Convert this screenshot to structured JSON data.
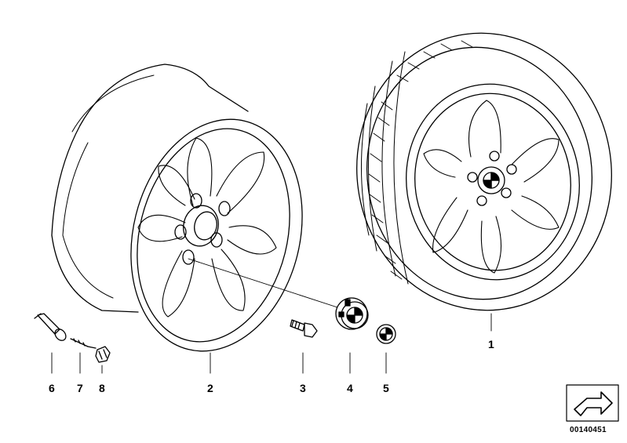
{
  "diagram": {
    "part_numbers": [
      "1",
      "2",
      "3",
      "4",
      "5",
      "6",
      "7",
      "8"
    ],
    "diagram_id": "00140451",
    "nav_icon": "forward-arrow-icon"
  }
}
